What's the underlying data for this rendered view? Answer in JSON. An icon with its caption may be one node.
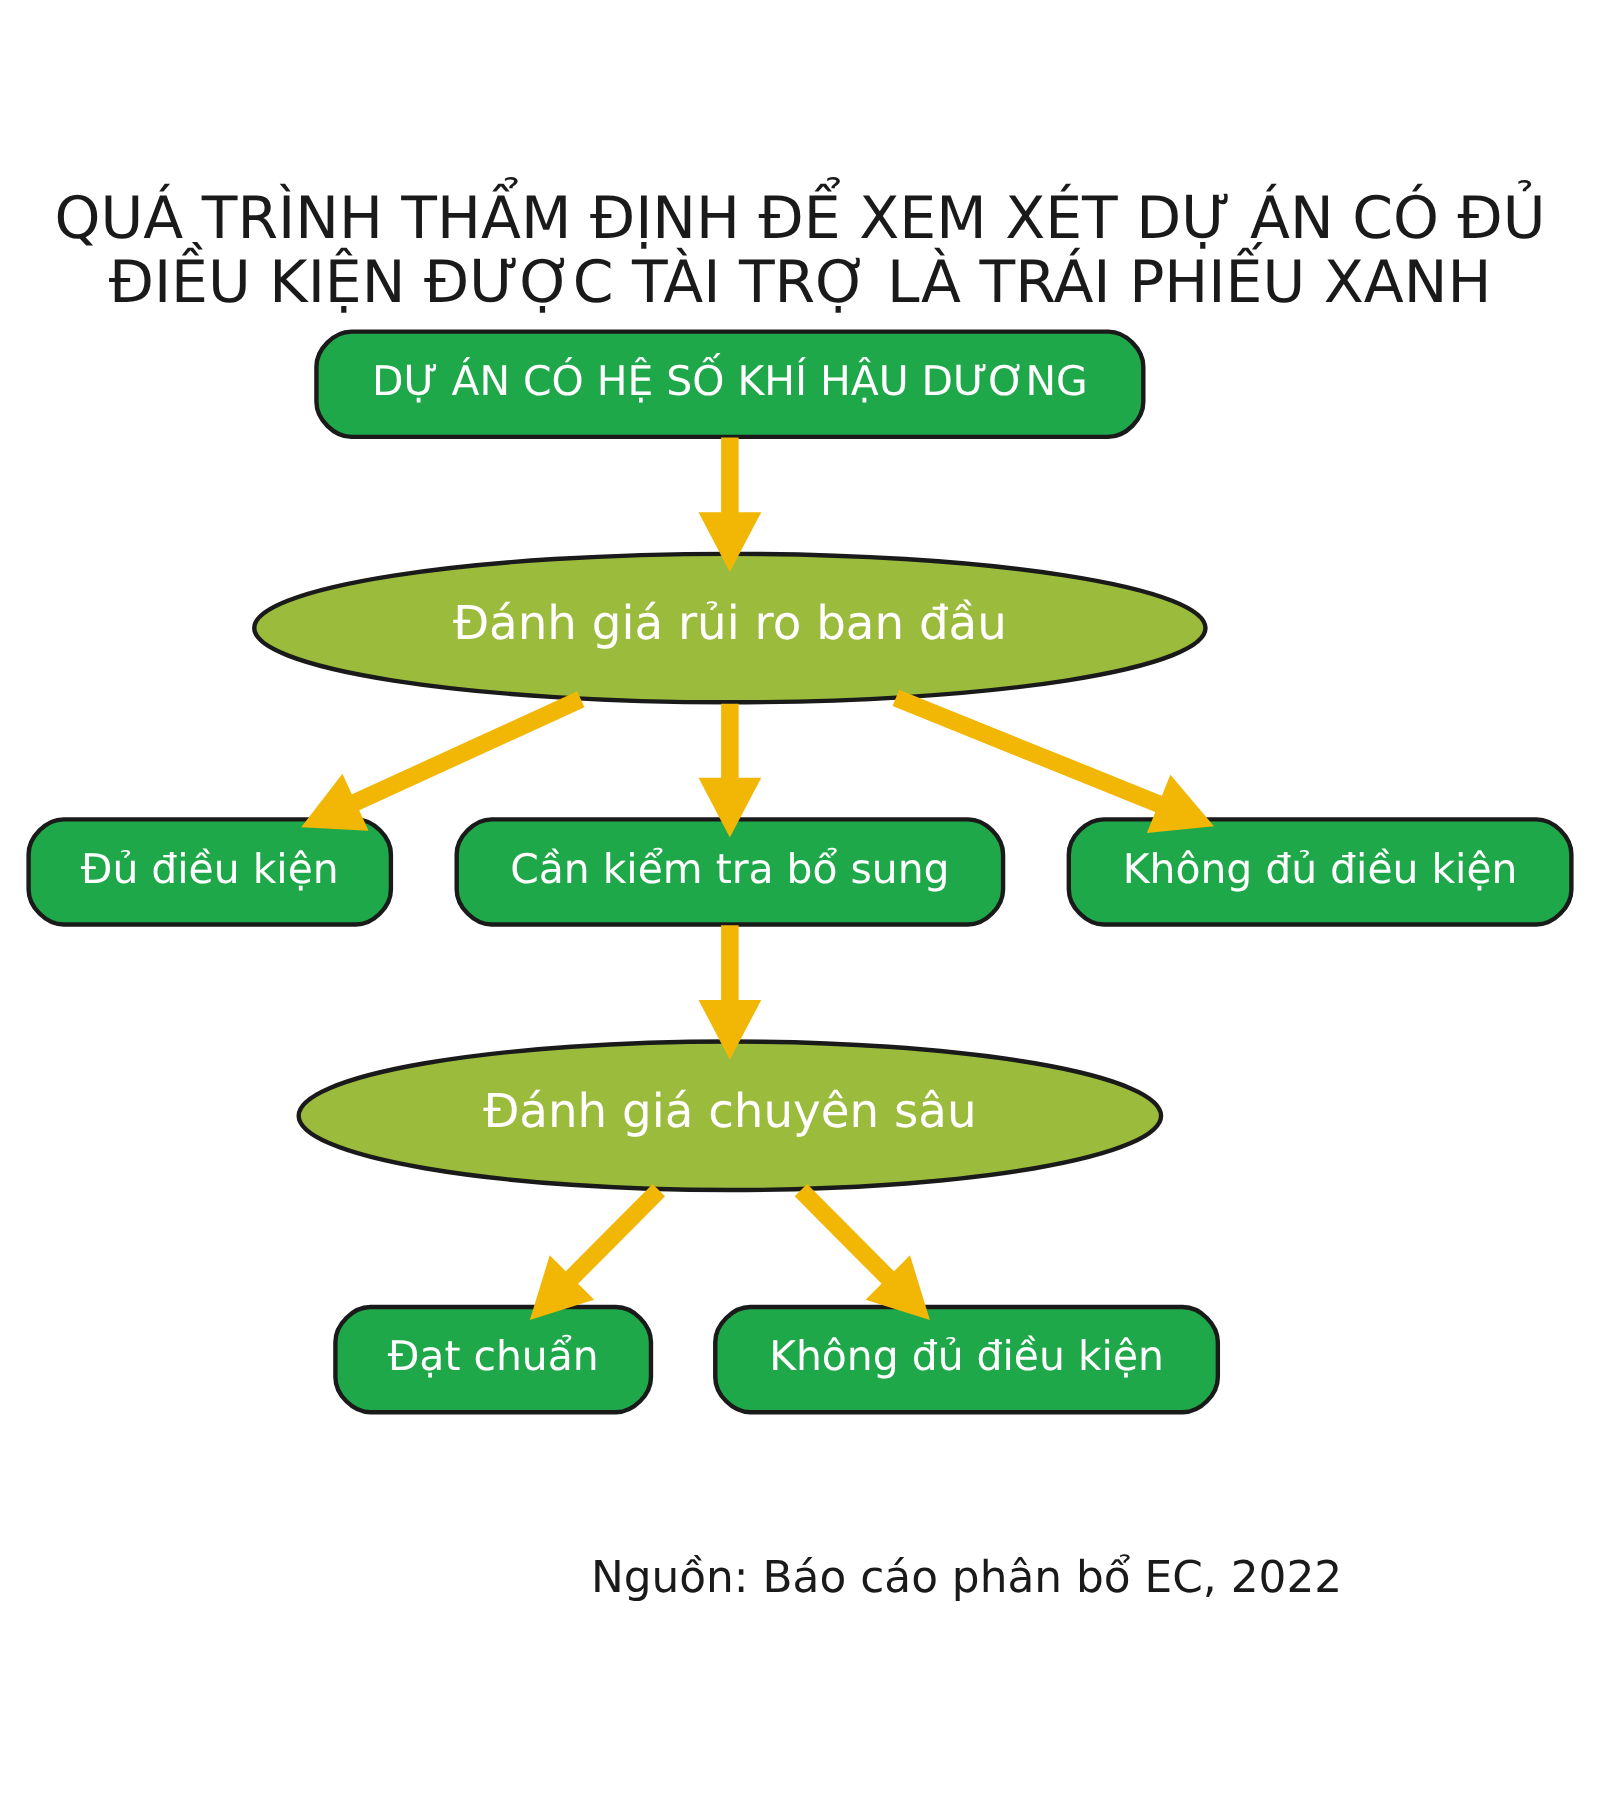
{
  "diagram": {
    "title": "QUÁ TRÌNH THẨM ĐỊNH ĐỂ XEM XÉT DỰ ÁN CÓ ĐỦ ĐIỀU KIỆN ĐƯỢC TÀI TRỢ LÀ TRÁI PHIẾU XANH",
    "caption": "Nguồn: Báo cáo phân bổ EC, 2022",
    "nodes": [
      {
        "text": [
          "DỰ ÁN CÓ HỆ SỐ KHÍ HẬU DƯƠNG"
        ]
      },
      {
        "text": [
          "Đánh giá rủi ro ban đầu"
        ]
      },
      {
        "text": [
          "Đủ điều kiện"
        ]
      },
      {
        "text": [
          "Cần kiểm tra bổ sung"
        ]
      },
      {
        "text": [
          "Không đủ điều kiện"
        ]
      },
      {
        "text": [
          "Đánh giá chuyên sâu"
        ]
      },
      {
        "text": [
          "Đạt chuẩn"
        ]
      },
      {
        "text": [
          "Không đủ điều kiện"
        ]
      }
    ],
    "edges": [
      {
        "from": 0,
        "to": 1,
        "arrow": "to"
      },
      {
        "from": 1,
        "to": 2,
        "arrow": "to"
      },
      {
        "from": 1,
        "to": 3,
        "arrow": "to"
      },
      {
        "from": 1,
        "to": 4,
        "arrow": "to"
      },
      {
        "from": 3,
        "to": 5,
        "arrow": "to"
      },
      {
        "from": 5,
        "to": 6,
        "arrow": "to"
      },
      {
        "from": 5,
        "to": 7,
        "arrow": "to"
      }
    ]
  }
}
